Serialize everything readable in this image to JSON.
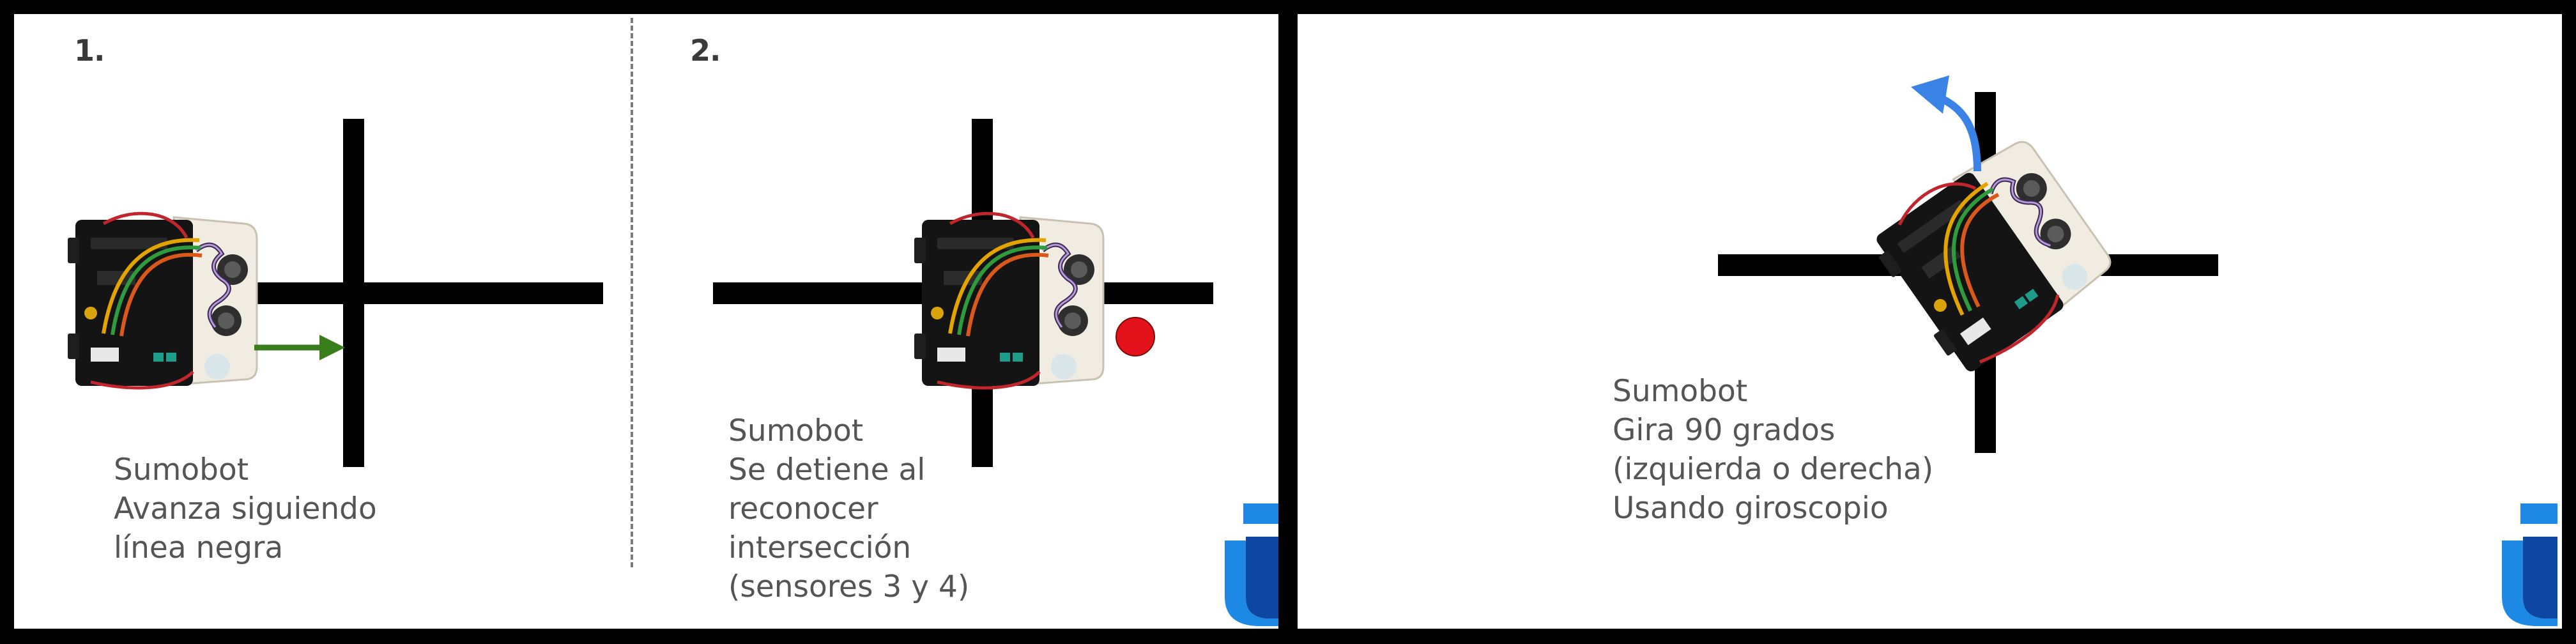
{
  "step1": {
    "number": "1.",
    "caption": [
      "Sumobot",
      "Avanza siguiendo",
      "línea negra"
    ]
  },
  "step2": {
    "number": "2.",
    "caption": [
      "Sumobot",
      "Se detiene al",
      "reconocer",
      "intersección",
      "(sensores 3 y 4)"
    ]
  },
  "step3": {
    "caption": [
      "Sumobot",
      "Gira 90 grados",
      "(izquierda o derecha)",
      "Usando giroscopio"
    ]
  },
  "colors": {
    "line": "#000000",
    "arrow_forward": "#3a7d1c",
    "sensor_dot": "#e3121b",
    "arrow_turn": "#3b82e6",
    "logo": "#1565c0"
  },
  "icons": [
    "robot-icon",
    "forward-arrow-icon",
    "sensor-dot-icon",
    "turn-arrow-icon",
    "brand-logo-icon"
  ]
}
